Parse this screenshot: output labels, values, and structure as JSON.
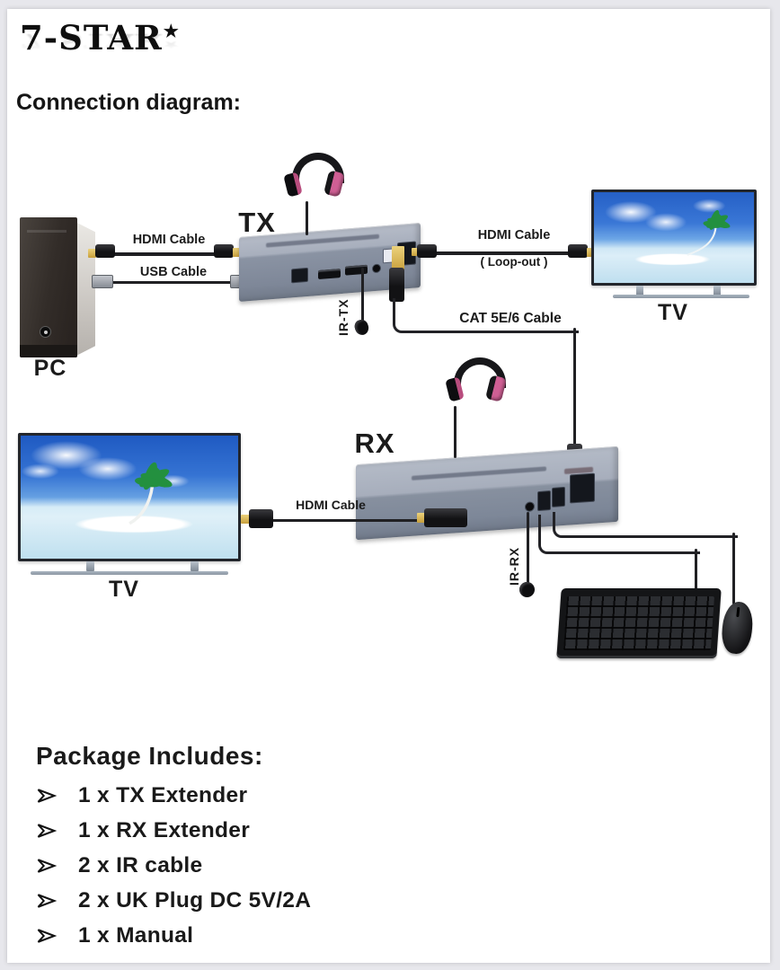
{
  "header": {
    "brand": "7-STAR",
    "brand_star": "★",
    "section_title": "Connection diagram:"
  },
  "diagram": {
    "tx_label": "TX",
    "rx_label": "RX",
    "pc_label": "PC",
    "tv_top_label": "TV",
    "tv_bottom_label": "TV",
    "cable_hdmi_pc": "HDMI Cable",
    "cable_usb": "USB Cable",
    "cable_hdmi_loopout_line1": "HDMI Cable",
    "cable_hdmi_loopout_line2": "( Loop-out )",
    "cable_cat": "CAT 5E/6 Cable",
    "cable_hdmi_tv": "HDMI Cable",
    "ir_tx_label": "IR-TX",
    "ir_rx_label": "IR-RX"
  },
  "package": {
    "title": "Package Includes:",
    "items": [
      "1 x TX Extender",
      "1 x RX Extender",
      "2 x IR cable",
      "2 x UK Plug DC 5V/2A",
      "1 x Manual"
    ]
  },
  "icons": {
    "bullet": "arrowhead-right",
    "headphones": "headphones",
    "palm_tree": "palm-tree",
    "power_button": "power-button"
  },
  "colors": {
    "canvas_bg": "#e7e7ec",
    "page_bg": "#ffffff",
    "text": "#1a1a1a",
    "device_gray": "#8a93a3",
    "headphone_pink": "#cf5f94",
    "cable_black": "#202023",
    "gold_connector": "#d9b65c",
    "tv_sky_blue": "#2a64c8"
  }
}
